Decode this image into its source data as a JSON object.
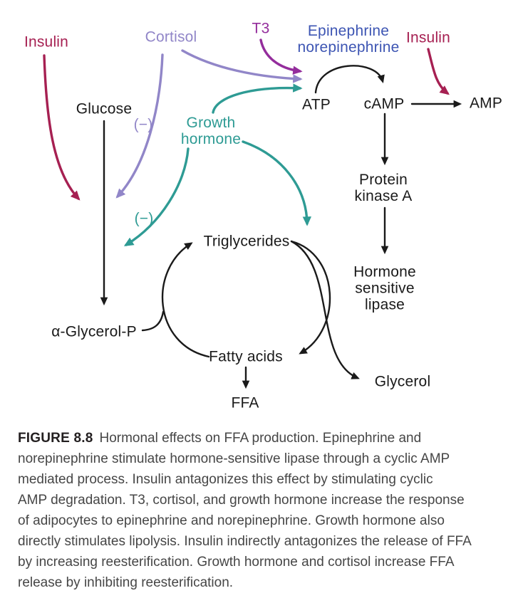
{
  "colors": {
    "crimson": "#a62052",
    "purple": "#9186c8",
    "violet": "#942d9c",
    "blue": "#3d55b3",
    "teal": "#2e9b94",
    "black": "#1a1a1a"
  },
  "diagram": {
    "hormones": {
      "insulin_left": "Insulin",
      "cortisol": "Cortisol",
      "t3": "T3",
      "epinephrine_line1": "Epinephrine",
      "epinephrine_line2": "norepinephrine",
      "insulin_right": "Insulin",
      "growth_hormone_line1": "Growth",
      "growth_hormone_line2": "hormone"
    },
    "nodes": {
      "glucose": "Glucose",
      "atp": "ATP",
      "camp": "cAMP",
      "amp": "AMP",
      "pka_line1": "Protein",
      "pka_line2": "kinase A",
      "hsl_line1": "Hormone",
      "hsl_line2": "sensitive",
      "hsl_line3": "lipase",
      "triglycerides": "Triglycerides",
      "glycerol_p": "α-Glycerol-P",
      "fatty_acids": "Fatty acids",
      "ffa": "FFA",
      "glycerol": "Glycerol"
    },
    "inhibition_sign": "(−)"
  },
  "caption": {
    "label": "FIGURE 8.8",
    "lines": [
      "Hormonal effects on FFA production. Epinephrine and",
      "norepinephrine stimulate hormone-sensitive lipase through a cyclic AMP",
      "mediated process. Insulin antagonizes this effect by stimulating cyclic",
      "AMP degradation. T3, cortisol, and growth hormone increase the response",
      "of adipocytes to epinephrine and norepinephrine. Growth hormone also",
      "directly stimulates lipolysis. Insulin indirectly antagonizes the release of FFA",
      "by increasing reesterification. Growth hormone and cortisol increase FFA",
      "release by inhibiting reesterification."
    ]
  }
}
